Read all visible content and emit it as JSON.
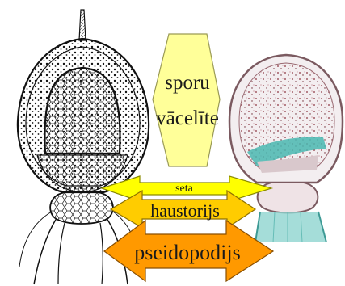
{
  "labels": {
    "sporu": "sporu",
    "vacelite": "vācelīte",
    "seta": "seta",
    "haustorijs": "haustorijs",
    "pseidopodijs": "pseidopodijs"
  },
  "colors": {
    "sporu_arrow": "#ffff99",
    "seta_arrow": "#ffff00",
    "haustorijs_arrow": "#ffcc00",
    "pseidopodijs_arrow": "#ff9900",
    "drawing_ink": "#111111",
    "micro_tint": "#b83a52",
    "micro_cyan": "#49b7b0"
  },
  "icons": {
    "left_image": "capsule-line-drawing",
    "right_image": "capsule-micrograph"
  }
}
